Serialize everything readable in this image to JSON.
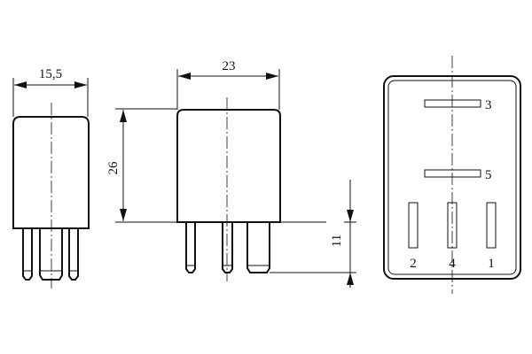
{
  "diagram": {
    "side_view": {
      "width_dimension": "15,5"
    },
    "front_view": {
      "width_dimension": "23",
      "height_dimension": "26",
      "pin_length_dimension": "11"
    },
    "bottom_view": {
      "terminal_labels": [
        "3",
        "5",
        "2",
        "4",
        "1"
      ]
    },
    "line_color": "#111111"
  }
}
